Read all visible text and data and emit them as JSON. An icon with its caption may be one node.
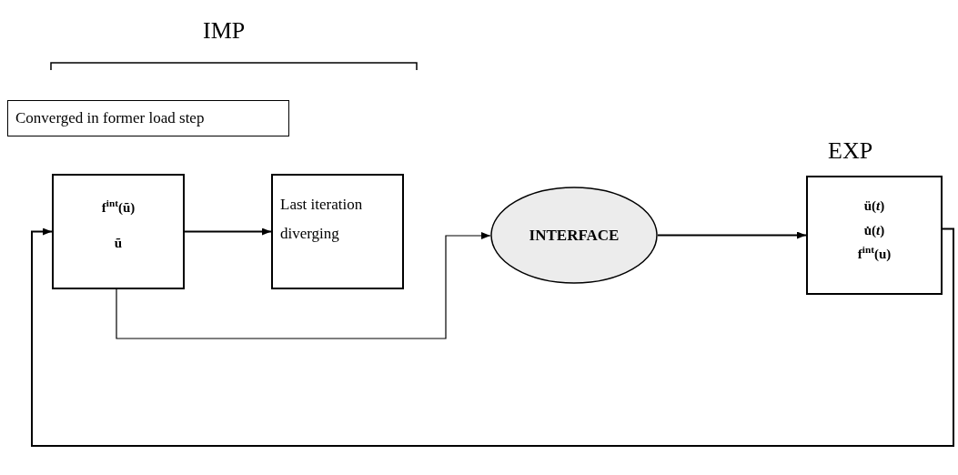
{
  "diagram": {
    "nodes": [
      {
        "text": [
          "Converged in former load step"
        ]
      },
      {
        "text": [
          "f$^{int}$(ũ)",
          "ũ"
        ]
      },
      {
        "text": [
          "Last iteration diverging"
        ]
      },
      {
        "text": [
          "INTERFACE"
        ]
      },
      {
        "text": [
          "ü(*t*)",
          "u̇(*t*)",
          "f$^{int}$(u)"
        ]
      }
    ],
    "edges": [
      {
        "from": 1,
        "to": 2,
        "arrow": "to"
      },
      {
        "from": 1,
        "to": 3,
        "arrow": "to"
      },
      {
        "from": 3,
        "to": 4,
        "arrow": "to"
      },
      {
        "from": 4,
        "to": 1,
        "arrow": "to"
      }
    ],
    "labels": [
      "IMP",
      "EXP"
    ]
  }
}
